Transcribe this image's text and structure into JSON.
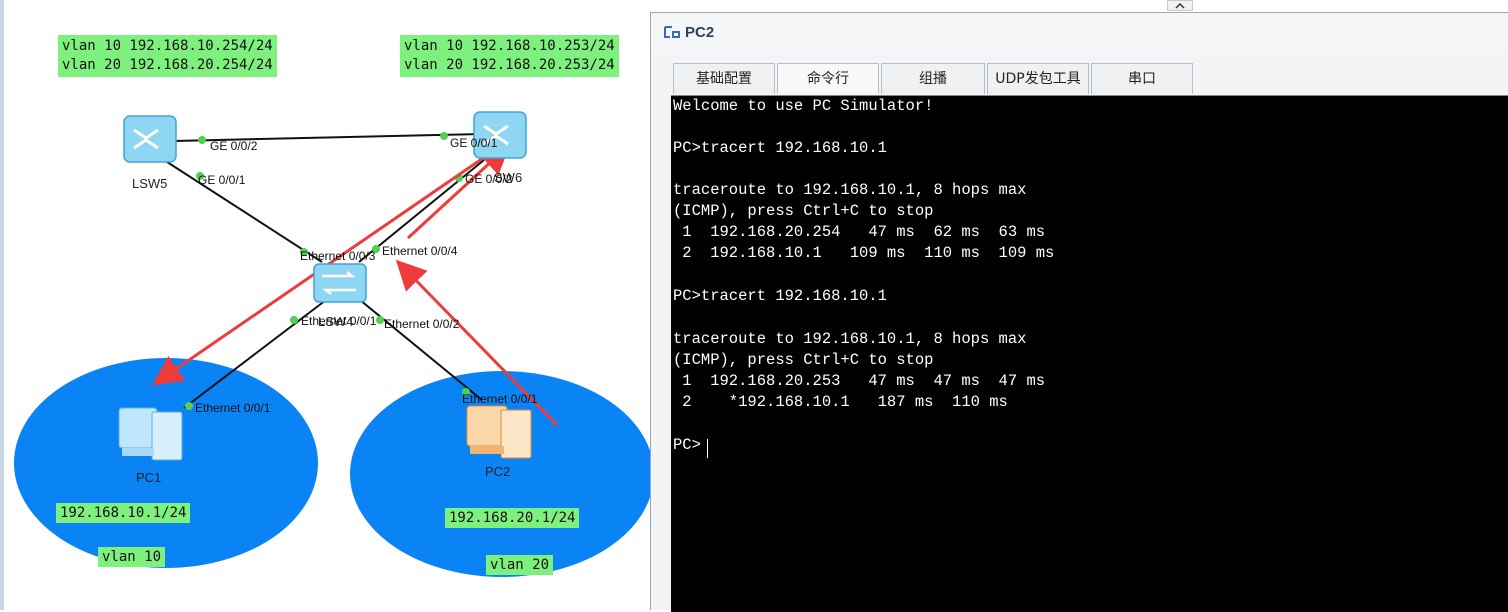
{
  "topology": {
    "notes": {
      "lsw5": [
        "vlan 10 192.168.10.254/24",
        "vlan 20 192.168.20.254/24"
      ],
      "lsw6": [
        "vlan 10 192.168.10.253/24",
        "vlan 20 192.168.20.253/24"
      ]
    },
    "devices": {
      "lsw5": "LSW5",
      "lsw6": "SW6",
      "lsw4": "LSW4",
      "pc1": "PC1",
      "pc2": "PC2"
    },
    "ports": {
      "lsw5_ge002": "GE 0/0/2",
      "lsw5_ge001": "GE 0/0/1",
      "lsw6_ge001": "GE 0/0/1",
      "lsw6_ge002": "GE 0/0/2",
      "lsw4_eth003": "Ethernet 0/0/3",
      "lsw4_eth004": "Ethernet 0/0/4",
      "lsw4_eth001": "Ethernet 0/0/1",
      "lsw4_eth002": "Ethernet 0/0/2",
      "pc1_eth001": "Ethernet 0/0/1",
      "pc2_eth001": "Ethernet 0/0/1"
    },
    "pc1_ip": "192.168.10.1/24",
    "pc2_ip": "192.168.20.1/24",
    "vlan10_label": "vlan 10",
    "vlan20_label": "vlan 20",
    "colors": {
      "vlan_area": "#0a84f5",
      "note_bg": "#7ef07e",
      "arrow": "#ee3b3b",
      "port_dot": "#4fd24f"
    }
  },
  "window": {
    "title": "PC2",
    "tabs": [
      "基础配置",
      "命令行",
      "组播",
      "UDP发包工具",
      "串口"
    ],
    "active_tab": "命令行"
  },
  "terminal": {
    "lines": [
      "Welcome to use PC Simulator!",
      "",
      "PC>tracert 192.168.10.1",
      "",
      "traceroute to 192.168.10.1, 8 hops max",
      "(ICMP), press Ctrl+C to stop",
      " 1  192.168.20.254   47 ms  62 ms  63 ms",
      " 2  192.168.10.1   109 ms  110 ms  109 ms",
      "",
      "PC>tracert 192.168.10.1",
      "",
      "traceroute to 192.168.10.1, 8 hops max",
      "(ICMP), press Ctrl+C to stop",
      " 1  192.168.20.253   47 ms  47 ms  47 ms",
      " 2    *192.168.10.1   187 ms  110 ms",
      "",
      "PC>"
    ]
  }
}
